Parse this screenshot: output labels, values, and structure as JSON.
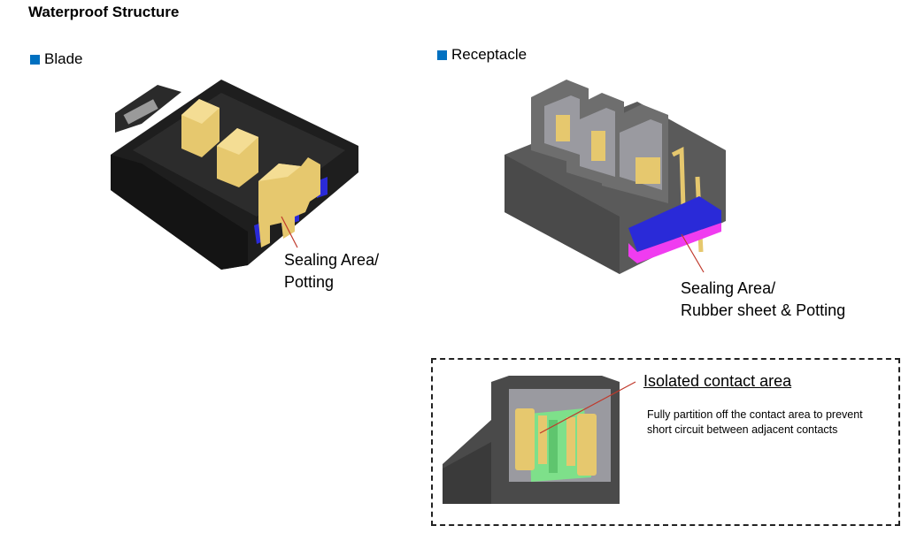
{
  "title": "Waterproof Structure",
  "bullet_color": "#0070C0",
  "blade": {
    "label": "Blade",
    "callout_line1": "Sealing Area/",
    "callout_line2": "Potting"
  },
  "receptacle": {
    "label": "Receptacle",
    "callout_line1": "Sealing Area/",
    "callout_line2": "Rubber sheet & Potting"
  },
  "isolated": {
    "title": "Isolated contact area",
    "description": "Fully partition off the contact area to prevent short circuit between adjacent contacts"
  },
  "colors": {
    "housing": "#1e1e1e",
    "receptacle_housing": "#5a5a5a",
    "contact_gold": "#e6c86e",
    "seal_blue": "#2a2ad8",
    "rubber_magenta": "#f03cf0",
    "partition_green": "#7ee08a",
    "leader_line": "#c0392b"
  }
}
